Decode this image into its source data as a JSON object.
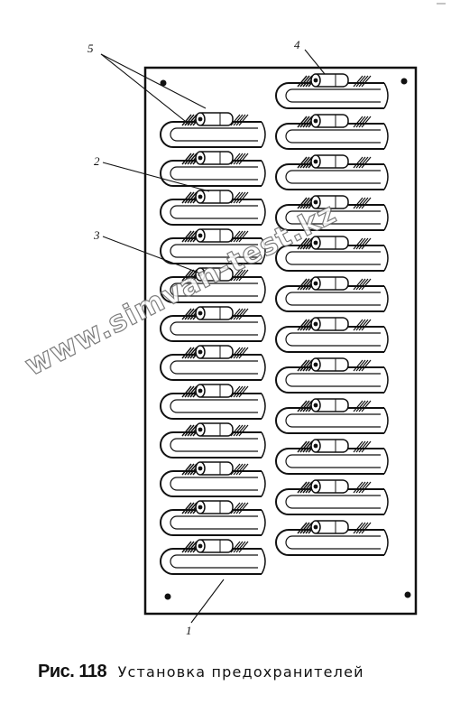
{
  "figure": {
    "callouts": [
      "5",
      "4",
      "2",
      "3",
      "1"
    ],
    "watermark": "www.simvan-test.kz",
    "caption": {
      "label": "Рис. 118",
      "text": "Установка предохранителей"
    }
  }
}
